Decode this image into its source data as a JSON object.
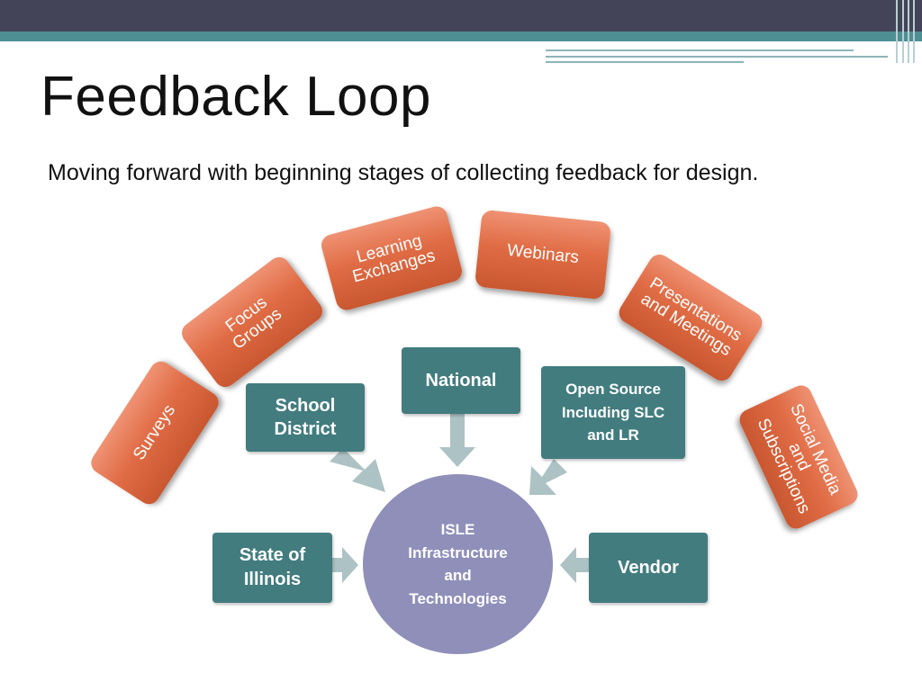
{
  "slide": {
    "title": "Feedback Loop",
    "subtitle": "Moving forward with beginning stages of collecting feedback for design."
  },
  "feedback_channels": [
    {
      "label": "Surveys"
    },
    {
      "label": "Focus Groups"
    },
    {
      "label": "Learning Exchanges"
    },
    {
      "label": "Webinars"
    },
    {
      "label": "Presentations and Meetings"
    },
    {
      "label": "Social Media and Subscriptions"
    }
  ],
  "stakeholders": {
    "school_district": "School District",
    "national": "National",
    "open_source": "Open Source Including SLC and LR",
    "state": "State of Illinois",
    "vendor": "Vendor"
  },
  "center": {
    "label": "ISLE Infrastructure and Technologies"
  },
  "colors": {
    "header_dark": "#434457",
    "header_teal": "#4e8f93",
    "orange": "#e06c45",
    "teal_box": "#427c7f",
    "center_circle": "#8f8fba",
    "arrow": "#adc2c4"
  }
}
